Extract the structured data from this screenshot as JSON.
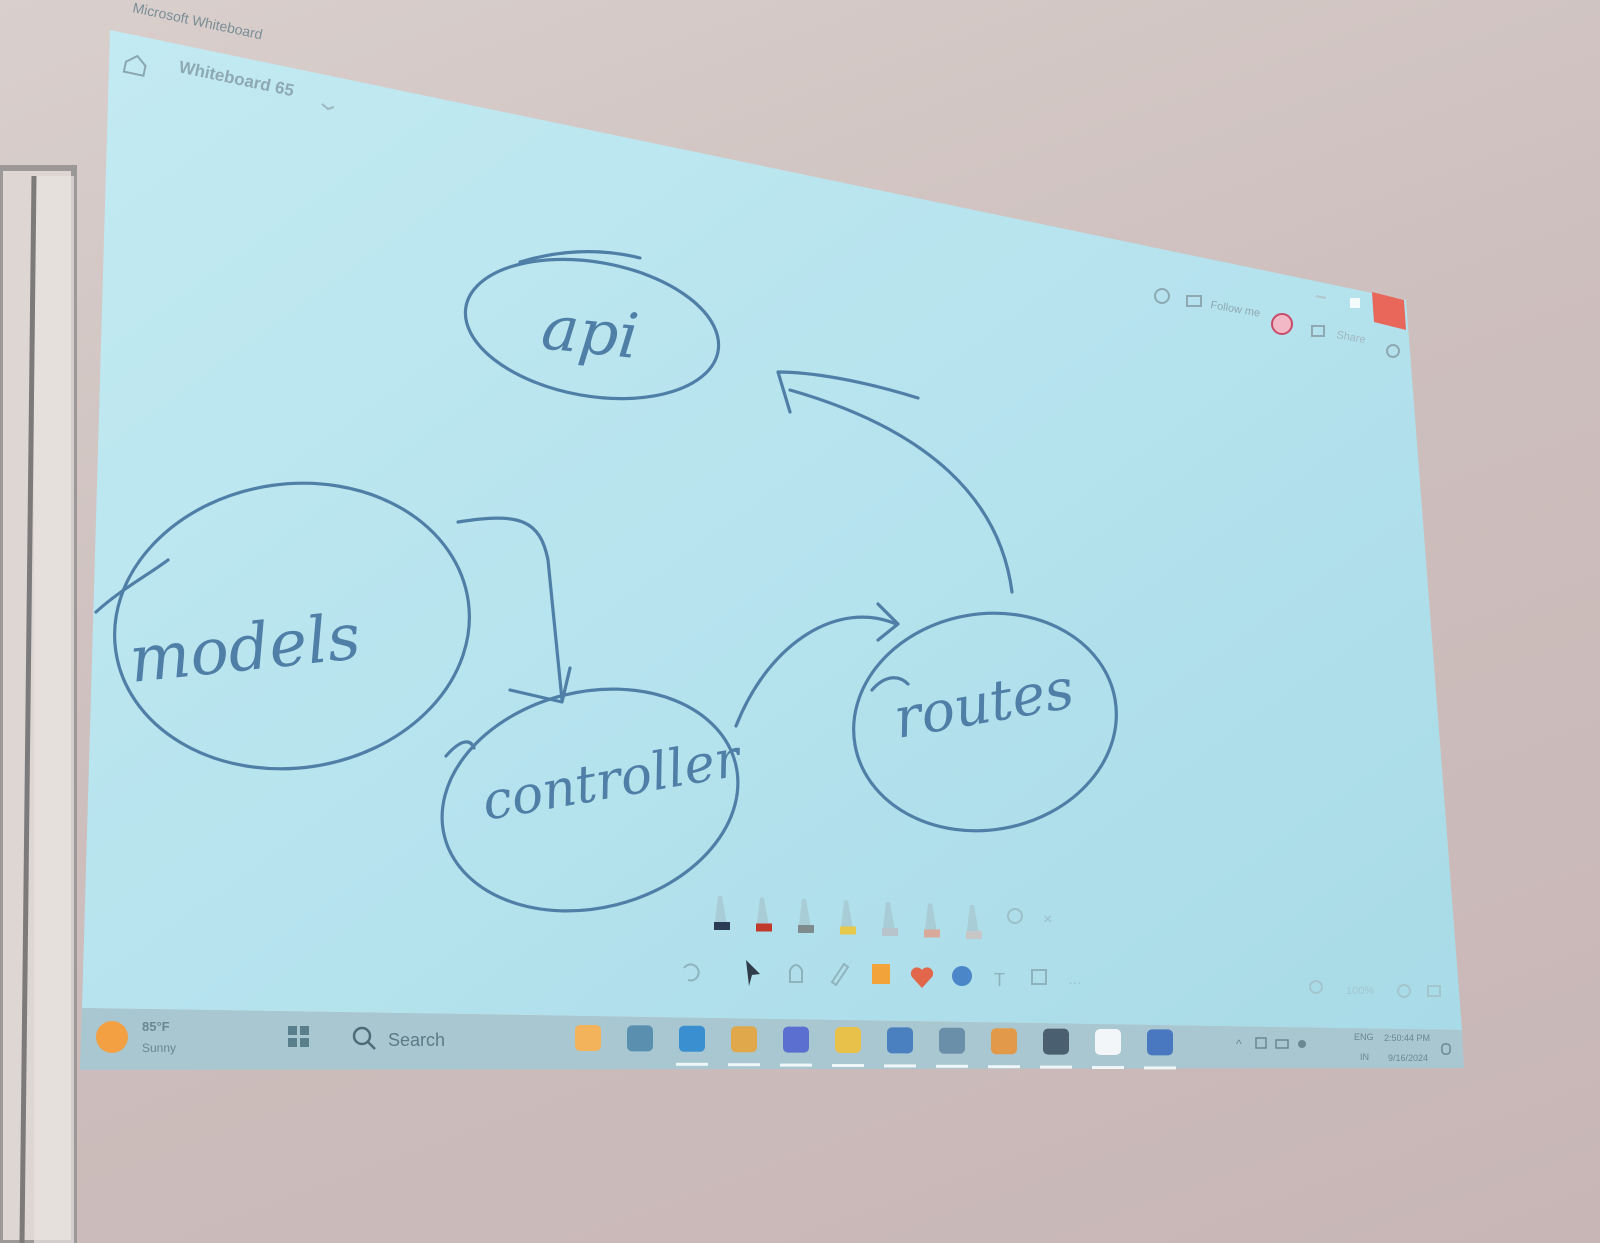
{
  "window": {
    "app_title": "Microsoft Whiteboard",
    "board_title": "Whiteboard 65",
    "board_title_icon": "chevron-down-icon",
    "follow_me_label": "Follow me",
    "share_label": "Share",
    "home_icon": "home-icon",
    "controls": [
      "minimize-icon",
      "maximize-icon",
      "close-icon"
    ]
  },
  "canvas": {
    "nodes": [
      {
        "id": "api",
        "label": "api"
      },
      {
        "id": "models",
        "label": "models"
      },
      {
        "id": "controller",
        "label": "controller"
      },
      {
        "id": "routes",
        "label": "routes"
      }
    ],
    "edges": [
      {
        "from": "models",
        "to": "controller"
      },
      {
        "from": "controller",
        "to": "routes"
      },
      {
        "from": "routes",
        "to": "api"
      }
    ]
  },
  "ink_toolbar": {
    "pens": [
      {
        "name": "pen-black",
        "color": "#2b3a55"
      },
      {
        "name": "pen-red",
        "color": "#c0392b"
      },
      {
        "name": "pen-gray",
        "color": "#7f8c8d"
      },
      {
        "name": "highlighter-yellow",
        "color": "#e6c84a"
      },
      {
        "name": "pen-light",
        "color": "#b8c4cc"
      },
      {
        "name": "eraser",
        "color": "#d9a99b"
      },
      {
        "name": "ruler",
        "color": "#c7c7c7"
      }
    ],
    "lasso_icon": "lasso-icon",
    "close_icon": "close-icon"
  },
  "main_toolbar": {
    "tools": [
      "undo-icon",
      "select-icon",
      "hand-icon",
      "ink-icon",
      "sticky-note-icon",
      "reactions-icon",
      "shapes-icon",
      "text-icon",
      "templates-icon",
      "more-icon"
    ]
  },
  "zoom": {
    "value": "100%",
    "zoom_out_icon": "zoom-out-icon",
    "zoom_in_icon": "zoom-in-icon",
    "fit_icon": "fit-icon"
  },
  "taskbar": {
    "weather_temp": "85°F",
    "weather_desc": "Sunny",
    "search_label": "Search",
    "apps": [
      "mail-icon",
      "file-explorer-icon",
      "edge-icon",
      "chrome-icon",
      "teams-icon",
      "folder-icon",
      "vscode-icon",
      "settings-icon",
      "editor-icon",
      "terminal-icon",
      "github-icon",
      "outlook-icon"
    ],
    "language": "ENG",
    "region": "IN",
    "time": "2:50:44 PM",
    "date": "9/16/2024"
  },
  "colors": {
    "canvas": "#b6e3ee",
    "ink": "#4f7fa6",
    "taskbar": "#a9c7d1",
    "close_button": "#e8665a"
  }
}
